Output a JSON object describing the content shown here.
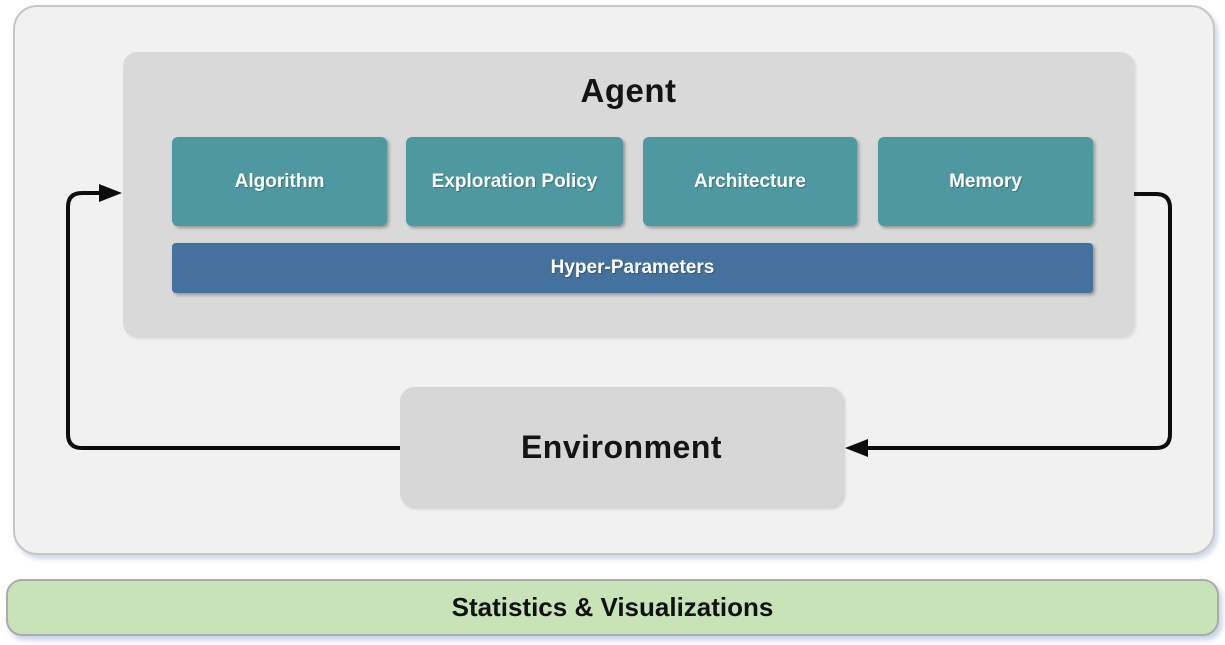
{
  "diagram": {
    "agent": {
      "title": "Agent",
      "components": [
        {
          "label": "Algorithm"
        },
        {
          "label": "Exploration Policy"
        },
        {
          "label": "Architecture"
        },
        {
          "label": "Memory"
        }
      ],
      "hyper_parameters": {
        "label": "Hyper-Parameters"
      }
    },
    "environment": {
      "title": "Environment"
    },
    "statistics_bar": {
      "label": "Statistics & Visualizations"
    },
    "colors": {
      "component_teal": "#4E99A1",
      "hyper_parameters_blue": "#44719E",
      "statistics_green": "#C9E3B8",
      "agent_panel_gray": "#D9D9D9",
      "environment_gray": "#D7D7D7",
      "outer_panel_gray": "#F1F1F2",
      "arrow_black": "#0D0D0D"
    }
  }
}
